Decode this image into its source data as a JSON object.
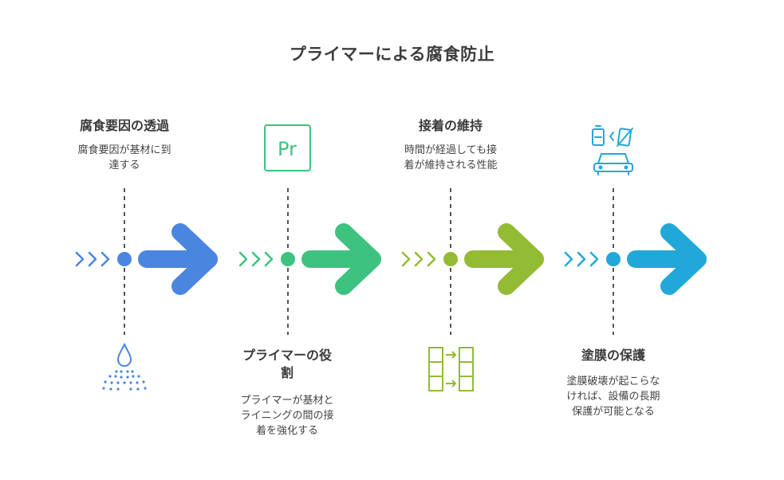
{
  "title": "プライマーによる腐食防止",
  "colors": {
    "step1": "#4a86e0",
    "step2": "#3ec27f",
    "step3": "#93bb34",
    "step4": "#21a8d8",
    "dash": "#555555"
  },
  "steps": [
    {
      "heading": "腐食要因の透過",
      "description_lines": [
        "腐食要因が基材に到",
        "達する"
      ],
      "icon": "water-drop-spray-icon",
      "position": "top"
    },
    {
      "heading_lines": [
        "プライマーの役",
        "割"
      ],
      "description_lines": [
        "プライマーが基材と",
        "ライニングの間の接",
        "着を強化する"
      ],
      "icon": "primer-pr-icon",
      "icon_text": "Pr",
      "position": "bottom"
    },
    {
      "heading": "接着の維持",
      "description_lines": [
        "時間が経過しても接",
        "着が維持される性能"
      ],
      "icon": "transfer-grid-icon",
      "position": "top"
    },
    {
      "heading": "塗膜の保護",
      "description_lines": [
        "塗膜破壊が起こらな",
        "ければ、設備の長期",
        "保護が可能となる"
      ],
      "icon": "car-battery-icon",
      "position": "bottom"
    }
  ]
}
